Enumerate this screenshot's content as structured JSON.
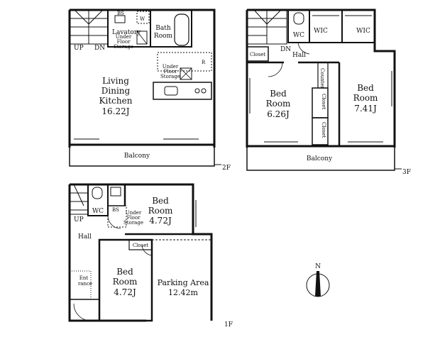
{
  "floors": {
    "f2": {
      "label": "2F",
      "rooms": {
        "ldk_name": [
          "Living",
          "Dining",
          "Kitchen"
        ],
        "ldk_size": "16.22J",
        "bath": [
          "Bath",
          "Room"
        ],
        "lavatory": "Lavatory",
        "under_floor_lav": [
          "Under",
          "Floor",
          "Storage"
        ],
        "under_floor_mid": [
          "Under",
          "Floor",
          "Storage"
        ],
        "balcony": "Balcony",
        "bs": "BS",
        "w": "W",
        "r": "R",
        "up": "UP",
        "dn": "DN"
      }
    },
    "f3": {
      "label": "3F",
      "rooms": {
        "bed1": [
          "Bed",
          "Room"
        ],
        "bed1_size": "6.26J",
        "bed2": [
          "Bed",
          "Room"
        ],
        "bed2_size": "7.41J",
        "wc": "WC",
        "wic1": "WIC",
        "wic2": "WIC",
        "closet_left": "Closet",
        "closet_mid": "Closet",
        "closet_low": "Closet",
        "counter": "Counter",
        "hall": "Hall",
        "dn": "DN",
        "balcony": "Balcony"
      }
    },
    "f1": {
      "label": "1F",
      "rooms": {
        "bed_upper": [
          "Bed",
          "Room"
        ],
        "bed_upper_size": "4.72J",
        "bed_lower": [
          "Bed",
          "Room"
        ],
        "bed_lower_size": "4.72J",
        "parking": "Parking Area",
        "parking_size": "12.42m",
        "wc": "WC",
        "hall": "Hall",
        "up": "UP",
        "closet": "Closet",
        "entrance": [
          "Ent",
          "rance"
        ],
        "under_floor": [
          "Under",
          "Floor",
          "Storage"
        ],
        "bs": "BS"
      }
    }
  },
  "compass": {
    "label": "N"
  }
}
